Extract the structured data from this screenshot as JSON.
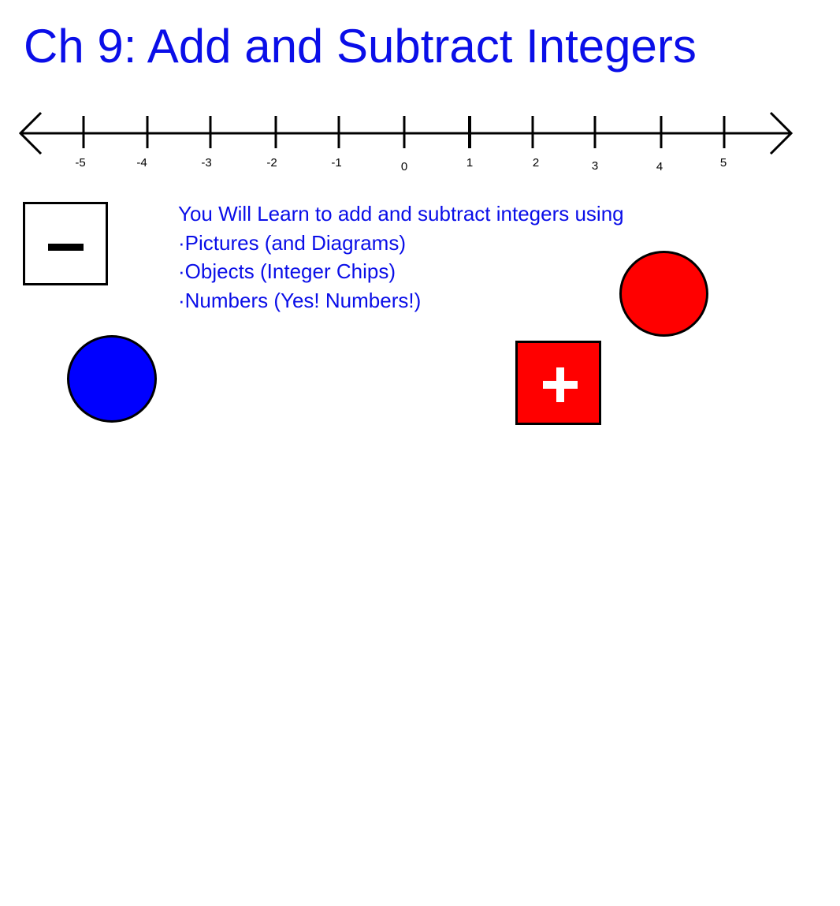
{
  "title": "Ch 9: Add and Subtract Integers",
  "number_line": {
    "labels": [
      "-5",
      "-4",
      "-3",
      "-2",
      "-1",
      "0",
      "1",
      "2",
      "3",
      "4",
      "5"
    ]
  },
  "objectives": {
    "intro": "You Will Learn to add and subtract integers using",
    "items": [
      "·Pictures (and Diagrams)",
      "·Objects (Integer Chips)",
      "·Numbers (Yes!  Numbers!)"
    ]
  },
  "colors": {
    "title_text": "#0a0ee8",
    "negative_chip": "#0000ff",
    "positive_chip": "#ff0000"
  },
  "icons": {
    "negative_tile": "minus-icon",
    "positive_tile": "plus-icon"
  }
}
